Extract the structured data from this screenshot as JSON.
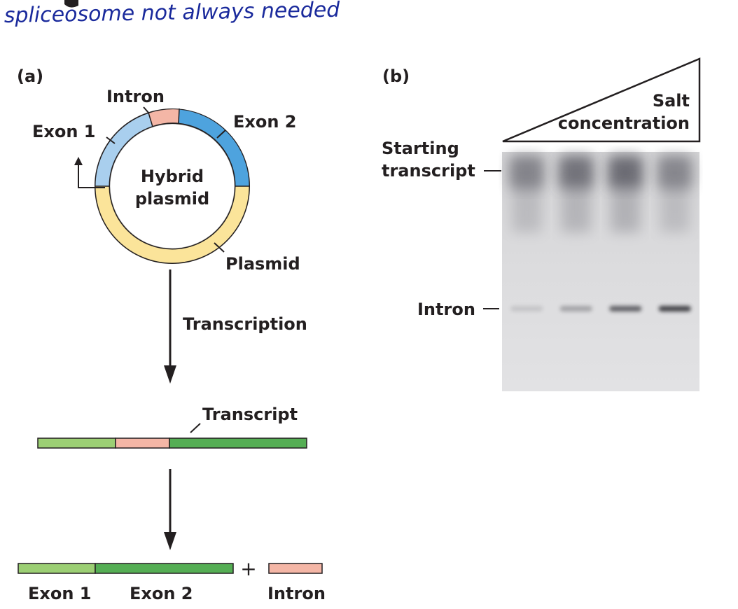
{
  "handwritten_note": "spliceosome not always needed",
  "colors": {
    "exon1_light_blue": "#a9cfee",
    "exon2_blue": "#4ea3de",
    "intron_pink": "#f4b6a6",
    "plasmid_yellow": "#fbe49a",
    "exon1_green": "#9ccf74",
    "exon2_green": "#55ae54",
    "ink": "#231f20",
    "note_ink": "#1a2a9c"
  },
  "panel_a": {
    "label": "(a)",
    "intron": "Intron",
    "exon1": "Exon 1",
    "exon2": "Exon 2",
    "center_line1": "Hybrid",
    "center_line2": "plasmid",
    "plasmid": "Plasmid",
    "transcription": "Transcription",
    "transcript": "Transcript",
    "product_exon1": "Exon 1",
    "product_exon2": "Exon 2",
    "product_intron": "Intron",
    "plus": "+"
  },
  "panel_b": {
    "label": "(b)",
    "salt_line1": "Salt",
    "salt_line2": "concentration",
    "starting_line1": "Starting",
    "starting_line2": "transcript",
    "intron": "Intron",
    "lane_count": 4,
    "intron_band_intensity": [
      0.15,
      0.35,
      0.75,
      0.95
    ],
    "transcript_smear_intensity": [
      0.5,
      0.7,
      0.8,
      0.45
    ]
  }
}
